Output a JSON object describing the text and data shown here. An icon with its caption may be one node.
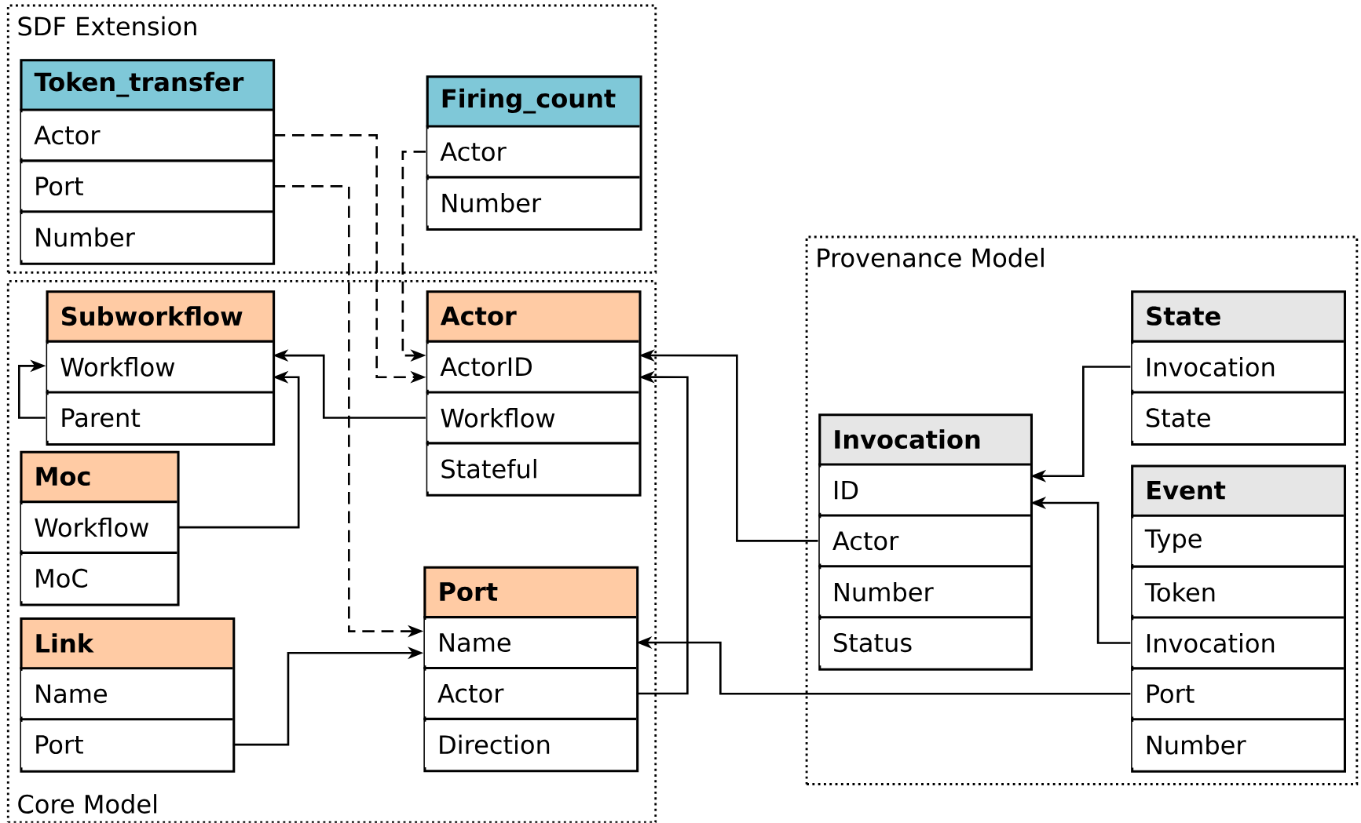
{
  "diagram": {
    "nodes": [
      {
        "text": [
          "SDF Extension"
        ]
      },
      {
        "text": [
          "Token_transfer"
        ],
        "in": 0
      },
      {
        "text": [
          "Actor"
        ],
        "in": 1
      },
      {
        "text": [
          "Port"
        ],
        "in": 1
      },
      {
        "text": [
          "Number"
        ],
        "in": 1
      },
      {
        "text": [
          "Firing_count"
        ],
        "in": 0
      },
      {
        "text": [
          "Actor"
        ],
        "in": 5
      },
      {
        "text": [
          "Number"
        ],
        "in": 5
      },
      {
        "text": [
          "Core Model"
        ]
      },
      {
        "text": [
          "Subworkflow"
        ],
        "in": 8
      },
      {
        "text": [
          "Workflow"
        ],
        "in": 9
      },
      {
        "text": [
          "Parent"
        ],
        "in": 9
      },
      {
        "text": [
          "Moc"
        ],
        "in": 8
      },
      {
        "text": [
          "Workflow"
        ],
        "in": 12
      },
      {
        "text": [
          "MoC"
        ],
        "in": 12
      },
      {
        "text": [
          "Link"
        ],
        "in": 8
      },
      {
        "text": [
          "Name"
        ],
        "in": 15
      },
      {
        "text": [
          "Port"
        ],
        "in": 15
      },
      {
        "text": [
          "Actor"
        ],
        "in": 8
      },
      {
        "text": [
          "ActorID"
        ],
        "in": 18
      },
      {
        "text": [
          "Workflow"
        ],
        "in": 18
      },
      {
        "text": [
          "Stateful"
        ],
        "in": 18
      },
      {
        "text": [
          "Port"
        ],
        "in": 8
      },
      {
        "text": [
          "Name"
        ],
        "in": 22
      },
      {
        "text": [
          "Actor"
        ],
        "in": 22
      },
      {
        "text": [
          "Direction"
        ],
        "in": 22
      },
      {
        "text": [
          "Provenance Model"
        ]
      },
      {
        "text": [
          "State"
        ],
        "in": 26
      },
      {
        "text": [
          "Invocation"
        ],
        "in": 27
      },
      {
        "text": [
          "State"
        ],
        "in": 27
      },
      {
        "text": [
          "Invocation"
        ],
        "in": 26
      },
      {
        "text": [
          "ID"
        ],
        "in": 30
      },
      {
        "text": [
          "Actor"
        ],
        "in": 30
      },
      {
        "text": [
          "Number"
        ],
        "in": 30
      },
      {
        "text": [
          "Status"
        ],
        "in": 30
      },
      {
        "text": [
          "Event"
        ],
        "in": 26
      },
      {
        "text": [
          "Type"
        ],
        "in": 35
      },
      {
        "text": [
          "Token"
        ],
        "in": 35
      },
      {
        "text": [
          "Invocation"
        ],
        "in": 35
      },
      {
        "text": [
          "Port"
        ],
        "in": 35
      },
      {
        "text": [
          "Number"
        ],
        "in": 35
      }
    ],
    "edges": [
      {
        "from": 2,
        "to": 19,
        "arrow": "to",
        "style": "dashed"
      },
      {
        "from": 3,
        "to": 23,
        "arrow": "to",
        "style": "dashed"
      },
      {
        "from": 6,
        "to": 19,
        "arrow": "to",
        "style": "dashed"
      },
      {
        "from": 11,
        "to": 10,
        "arrow": "to"
      },
      {
        "from": 20,
        "to": 10,
        "arrow": "to"
      },
      {
        "from": 13,
        "to": 10,
        "arrow": "to"
      },
      {
        "from": 17,
        "to": 23,
        "arrow": "to"
      },
      {
        "from": 24,
        "to": 19,
        "arrow": "to"
      },
      {
        "from": 32,
        "to": 19,
        "arrow": "to"
      },
      {
        "from": 39,
        "to": 23,
        "arrow": "to"
      },
      {
        "from": 28,
        "to": 31,
        "arrow": "to"
      },
      {
        "from": 38,
        "to": 31,
        "arrow": "to"
      }
    ]
  }
}
